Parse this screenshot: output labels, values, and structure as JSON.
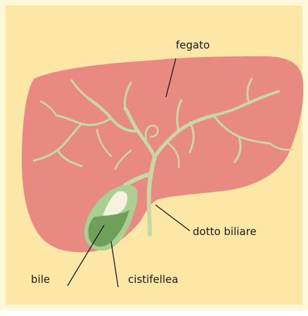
{
  "colors": {
    "background": "#fde7a6",
    "border": "#fff7d9",
    "liver": "#e98a82",
    "ducts": "#c6d9a4",
    "gallbladder": "#a9cf92",
    "bile": "#6f9f5b"
  },
  "labels": {
    "liver": "fegato",
    "bile_duct": "dotto biliare",
    "bile": "bile",
    "gallbladder": "cistifellea"
  }
}
